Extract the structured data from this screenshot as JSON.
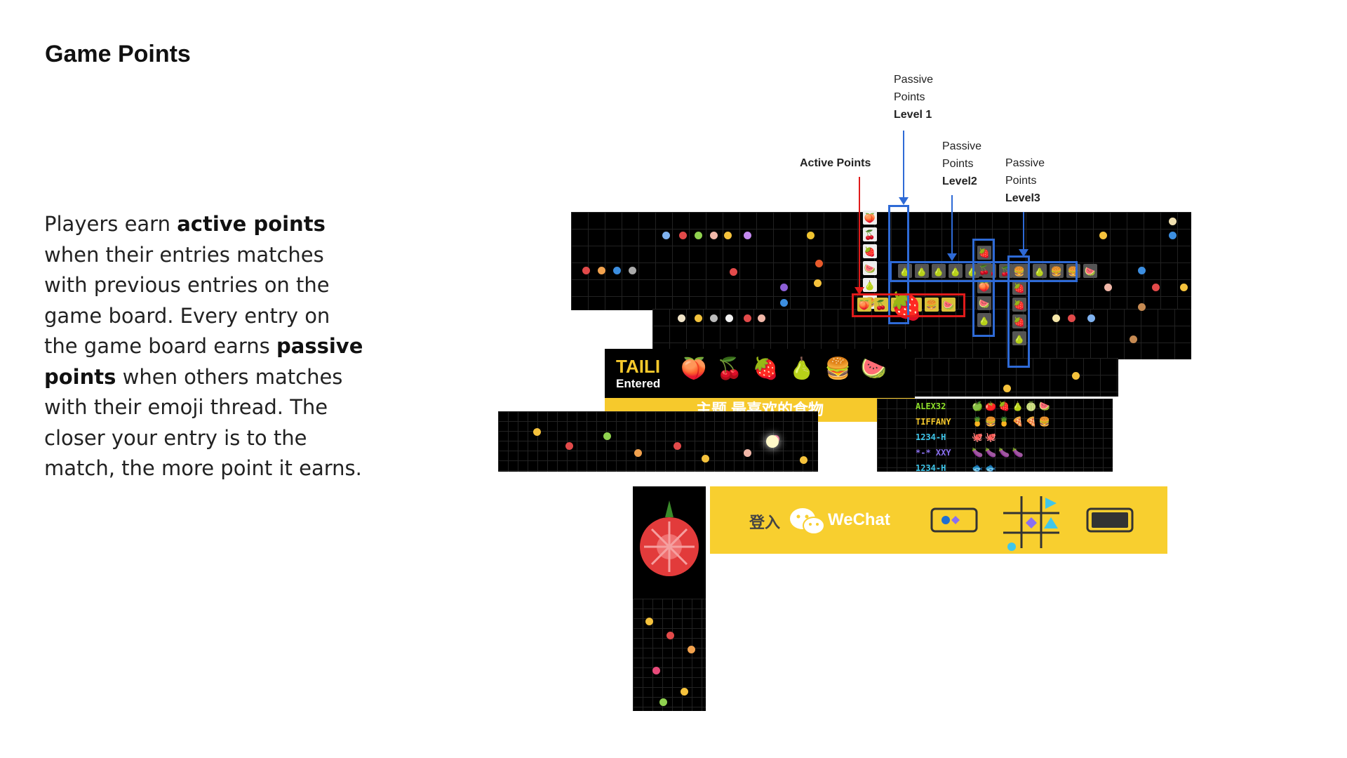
{
  "heading": "Game Points",
  "description": {
    "p1": "Players earn ",
    "b1": "active points",
    "p2": " when their entries matches with previous entries on the game board. Every entry on the game board earns ",
    "b2": "passive points",
    "p3": " when others matches with their emoji thread. The closer your entry is to the match, the more point it earns."
  },
  "callouts": {
    "active": "Active Points",
    "passive1": {
      "l1": "Passive",
      "l2": "Points",
      "l3": "Level 1"
    },
    "passive2": {
      "l1": "Passive",
      "l2": "Points",
      "l3": "Level2"
    },
    "passive3": {
      "l1": "Passive",
      "l2": "Points",
      "l3": "Level3"
    }
  },
  "colors": {
    "active_arrow": "#e01b1b",
    "passive_arrow": "#2e6ad6",
    "brand_yellow": "#f6c92c",
    "board": "#000000"
  },
  "entry_card": {
    "player": "TAILI",
    "status": "Entered",
    "emojis": [
      "🍑",
      "🍒",
      "🍓",
      "🍐",
      "🍔",
      "🍉"
    ],
    "theme": "主题 最喜欢的食物"
  },
  "players": [
    {
      "name": "ALEX32",
      "emojis": "🍏🍅🍓🍐🍈🍉",
      "color": "#8ee02a"
    },
    {
      "name": "TIFFANY",
      "emojis": "🍍🍔🍍🍕🍕🍔",
      "color": "#f6c92c"
    },
    {
      "name": "1234-H",
      "emojis": "🐙🐙",
      "color": "#3fc6ea"
    },
    {
      "name": "*-* XXY",
      "emojis": "🍆🍆🍆🍆",
      "color": "#8a6ff0"
    },
    {
      "name": "1234-H",
      "emojis": "🐟🐟",
      "color": "#3fc6ea"
    }
  ],
  "login_bar": {
    "login_text": "登入",
    "brand": "WeChat"
  }
}
